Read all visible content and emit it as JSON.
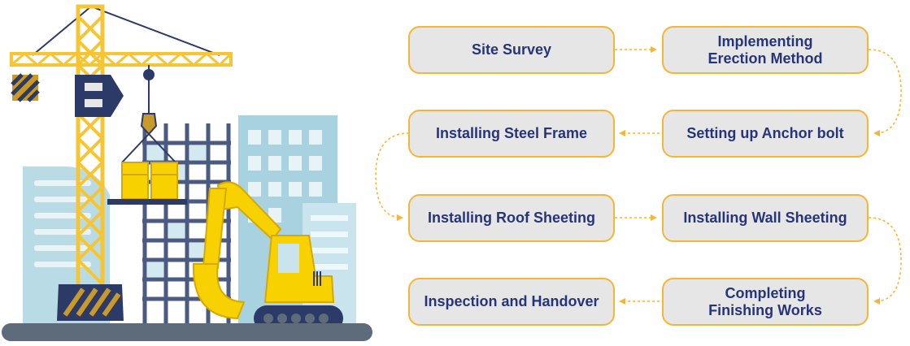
{
  "steps": [
    {
      "lines": [
        "Site Survey"
      ]
    },
    {
      "lines": [
        "Implementing",
        "Erection Method"
      ]
    },
    {
      "lines": [
        "Setting up Anchor bolt"
      ]
    },
    {
      "lines": [
        "Installing Steel Frame"
      ]
    },
    {
      "lines": [
        "Installing Roof Sheeting"
      ]
    },
    {
      "lines": [
        "Installing Wall Sheeting"
      ]
    },
    {
      "lines": [
        "Completing",
        "Finishing Works"
      ]
    },
    {
      "lines": [
        "Inspection and Handover"
      ]
    }
  ],
  "colors": {
    "box_fill": "#e6e6e6",
    "box_border": "#f5b537",
    "text": "#26357a",
    "connector": "#f5b537",
    "crane": "#f7c531",
    "navy": "#2b3a67",
    "building_light": "#a9d2e0",
    "ground": "#5e6b7a"
  },
  "illustration": {
    "elements": [
      "tower-crane",
      "crane-hook",
      "hanging-cargo-barrels",
      "steel-frame-building",
      "background-buildings",
      "excavator",
      "ground"
    ]
  }
}
